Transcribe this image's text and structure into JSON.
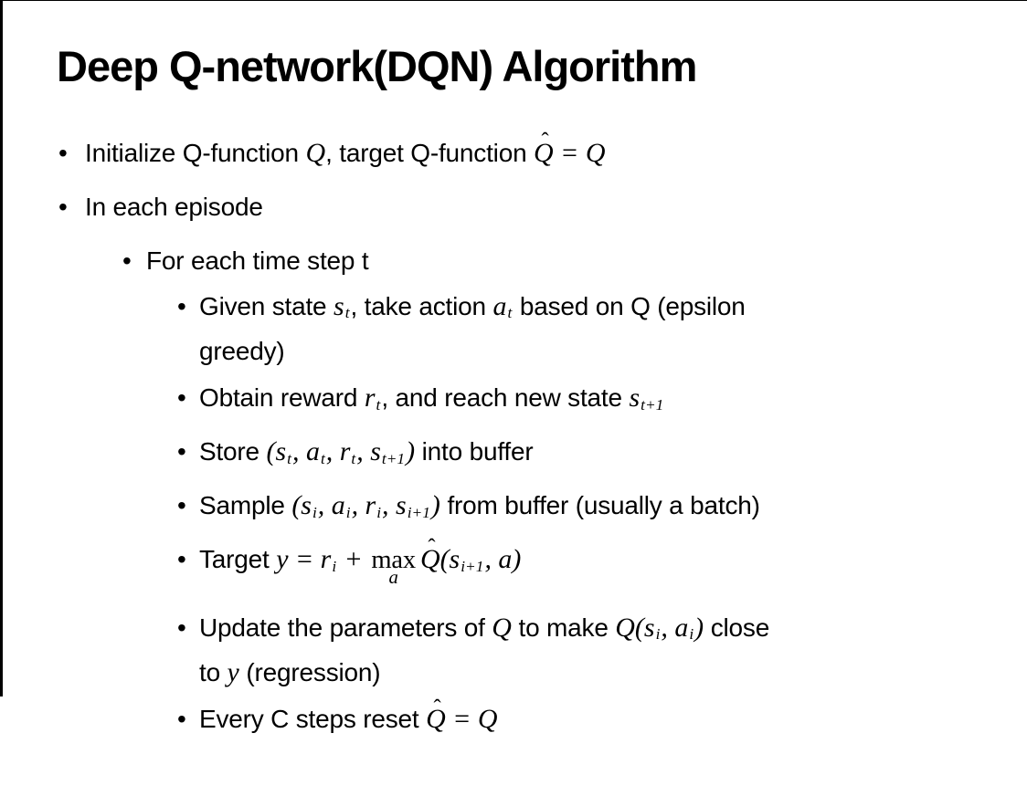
{
  "colors": {
    "background": "#ffffff",
    "text": "#000000",
    "frame": "#000000"
  },
  "slide": {
    "title": "Deep Q-network(DQN) Algorithm",
    "bullets": [
      {
        "level": 1,
        "segments": [
          {
            "k": "t",
            "v": "Initialize Q-function "
          },
          {
            "k": "m",
            "v": "Q"
          },
          {
            "k": "t",
            "v": ", target Q-function "
          },
          {
            "k": "hat",
            "v": "Q"
          },
          {
            "k": "m",
            "v": " = Q"
          }
        ]
      },
      {
        "level": 1,
        "segments": [
          {
            "k": "t",
            "v": "In each episode"
          }
        ]
      },
      {
        "level": 2,
        "segments": [
          {
            "k": "t",
            "v": "For each time step t"
          }
        ]
      },
      {
        "level": 3,
        "segments": [
          {
            "k": "t",
            "v": "Given state "
          },
          {
            "k": "m",
            "v": "s"
          },
          {
            "k": "sub",
            "v": "t"
          },
          {
            "k": "t",
            "v": ", take action "
          },
          {
            "k": "m",
            "v": "a"
          },
          {
            "k": "sub",
            "v": "t"
          },
          {
            "k": "t",
            "v": " based on Q (epsilon"
          },
          {
            "k": "br"
          },
          {
            "k": "t",
            "v": "greedy)"
          }
        ]
      },
      {
        "level": 3,
        "segments": [
          {
            "k": "t",
            "v": "Obtain reward "
          },
          {
            "k": "m",
            "v": "r"
          },
          {
            "k": "sub",
            "v": "t"
          },
          {
            "k": "t",
            "v": ", and reach new state "
          },
          {
            "k": "m",
            "v": "s"
          },
          {
            "k": "sub",
            "v": "t+1"
          }
        ]
      },
      {
        "level": 3,
        "segments": [
          {
            "k": "t",
            "v": "Store "
          },
          {
            "k": "m",
            "v": "(s"
          },
          {
            "k": "sub",
            "v": "t"
          },
          {
            "k": "m",
            "v": ", a"
          },
          {
            "k": "sub",
            "v": "t"
          },
          {
            "k": "m",
            "v": ", r"
          },
          {
            "k": "sub",
            "v": "t"
          },
          {
            "k": "m",
            "v": ", s"
          },
          {
            "k": "sub",
            "v": "t+1"
          },
          {
            "k": "m",
            "v": ")"
          },
          {
            "k": "t",
            "v": " into buffer"
          }
        ]
      },
      {
        "level": 3,
        "segments": [
          {
            "k": "t",
            "v": "Sample "
          },
          {
            "k": "m",
            "v": "(s"
          },
          {
            "k": "sub",
            "v": "i"
          },
          {
            "k": "m",
            "v": ", a"
          },
          {
            "k": "sub",
            "v": "i"
          },
          {
            "k": "m",
            "v": ", r"
          },
          {
            "k": "sub",
            "v": "i"
          },
          {
            "k": "m",
            "v": ", s"
          },
          {
            "k": "sub",
            "v": "i+1"
          },
          {
            "k": "m",
            "v": ")"
          },
          {
            "k": "t",
            "v": " from buffer (usually a batch)"
          }
        ]
      },
      {
        "level": 3,
        "extra_space": true,
        "segments": [
          {
            "k": "t",
            "v": "Target "
          },
          {
            "k": "m",
            "v": "y = r"
          },
          {
            "k": "sub",
            "v": "i"
          },
          {
            "k": "m",
            "v": " + "
          },
          {
            "k": "munder",
            "top": "max",
            "under": "a"
          },
          {
            "k": "hat",
            "v": "Q"
          },
          {
            "k": "m",
            "v": "(s"
          },
          {
            "k": "sub",
            "v": "i+1"
          },
          {
            "k": "m",
            "v": ", a)"
          }
        ]
      },
      {
        "level": 3,
        "segments": [
          {
            "k": "t",
            "v": "Update the parameters of "
          },
          {
            "k": "m",
            "v": "Q"
          },
          {
            "k": "t",
            "v": " to make "
          },
          {
            "k": "m",
            "v": "Q(s"
          },
          {
            "k": "sub",
            "v": "i"
          },
          {
            "k": "m",
            "v": ", a"
          },
          {
            "k": "sub",
            "v": "i"
          },
          {
            "k": "m",
            "v": ")"
          },
          {
            "k": "t",
            "v": " close"
          },
          {
            "k": "br"
          },
          {
            "k": "t",
            "v": "to "
          },
          {
            "k": "m",
            "v": "y"
          },
          {
            "k": "t",
            "v": " (regression)"
          }
        ]
      },
      {
        "level": 3,
        "segments": [
          {
            "k": "t",
            "v": "Every C steps reset "
          },
          {
            "k": "hat",
            "v": "Q"
          },
          {
            "k": "m",
            "v": " = Q"
          }
        ]
      }
    ]
  }
}
